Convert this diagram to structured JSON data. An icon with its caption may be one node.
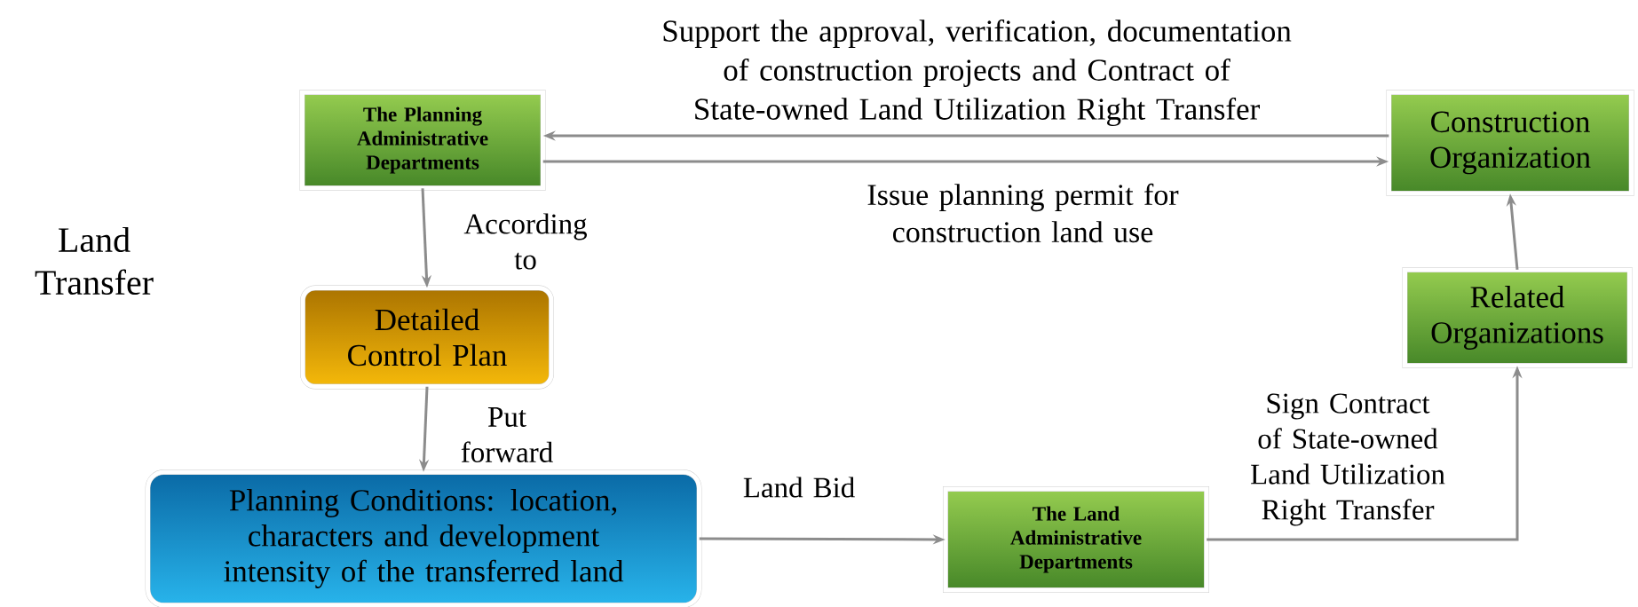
{
  "diagram": {
    "nodes": [
      {
        "text": [
          "The Planning Administrative Departments"
        ]
      },
      {
        "text": [
          "Construction Organization"
        ]
      },
      {
        "text": [
          "Detailed Control Plan"
        ]
      },
      {
        "text": [
          "Related Organizations"
        ]
      },
      {
        "text": [
          "Planning Conditions: location, characters and development intensity of the transferred land"
        ]
      },
      {
        "text": [
          "The Land Administrative Departments"
        ]
      }
    ],
    "edges": [
      {
        "from": 1,
        "to": 0,
        "arrow": "to",
        "label": "Support the approval, verification, documentation of construction projects and Contract of State-owned Land Utilization Right Transfer"
      },
      {
        "from": 0,
        "to": 1,
        "arrow": "to",
        "label": "Issue planning permit for construction land use"
      },
      {
        "from": 0,
        "to": 2,
        "arrow": "to",
        "label": "According to"
      },
      {
        "from": 2,
        "to": 4,
        "arrow": "to",
        "label": "Put forward"
      },
      {
        "from": 4,
        "to": 5,
        "arrow": "to",
        "label": "Land Bid"
      },
      {
        "from": 5,
        "to": 3,
        "arrow": "to",
        "label": "Sign Contract of State-owned Land Utilization Right Transfer"
      },
      {
        "from": 3,
        "to": 1,
        "arrow": "to"
      }
    ],
    "labels": [
      "Land Transfer"
    ]
  }
}
